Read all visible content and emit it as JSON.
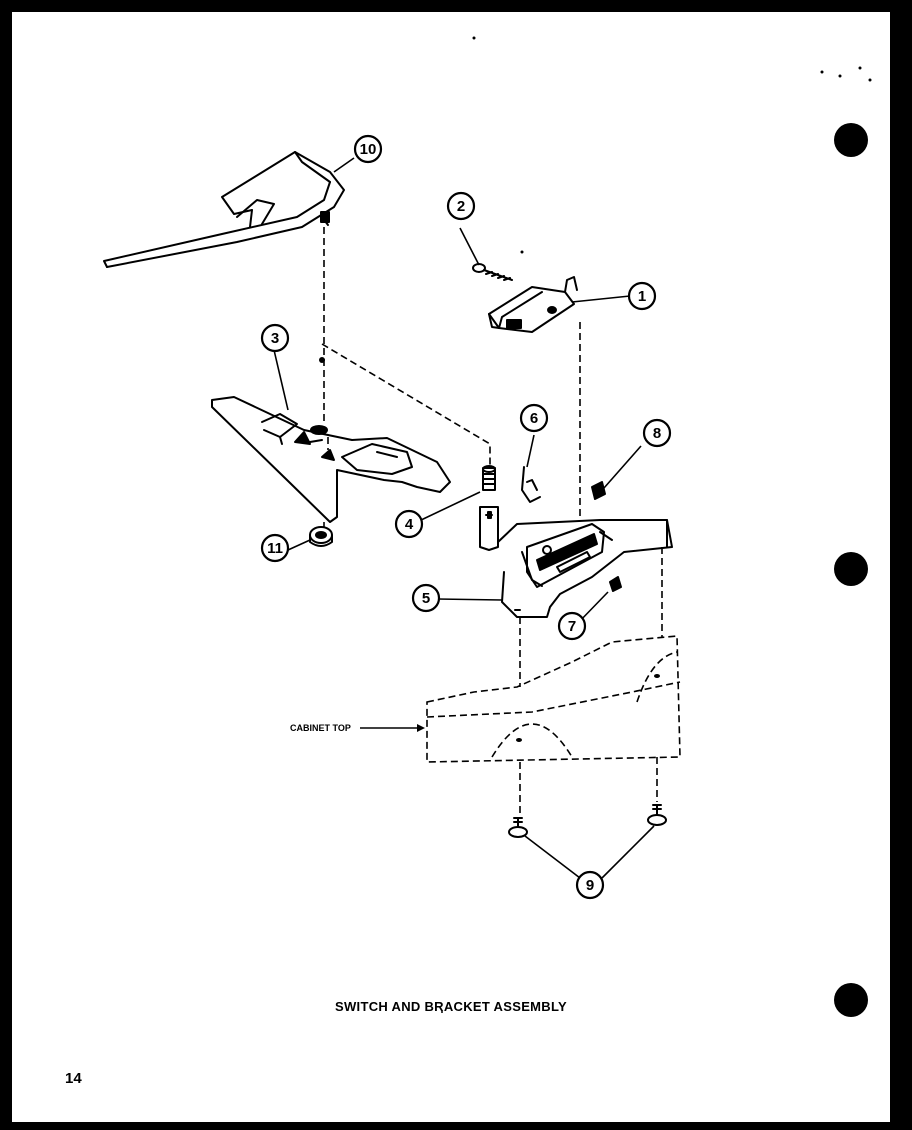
{
  "diagram": {
    "caption": "SWITCH AND BRACKET ASSEMBLY",
    "page_number": "14",
    "cabinet_label": "CABINET TOP",
    "callouts": [
      "1",
      "2",
      "3",
      "4",
      "5",
      "6",
      "7",
      "8",
      "9",
      "10",
      "11"
    ]
  }
}
